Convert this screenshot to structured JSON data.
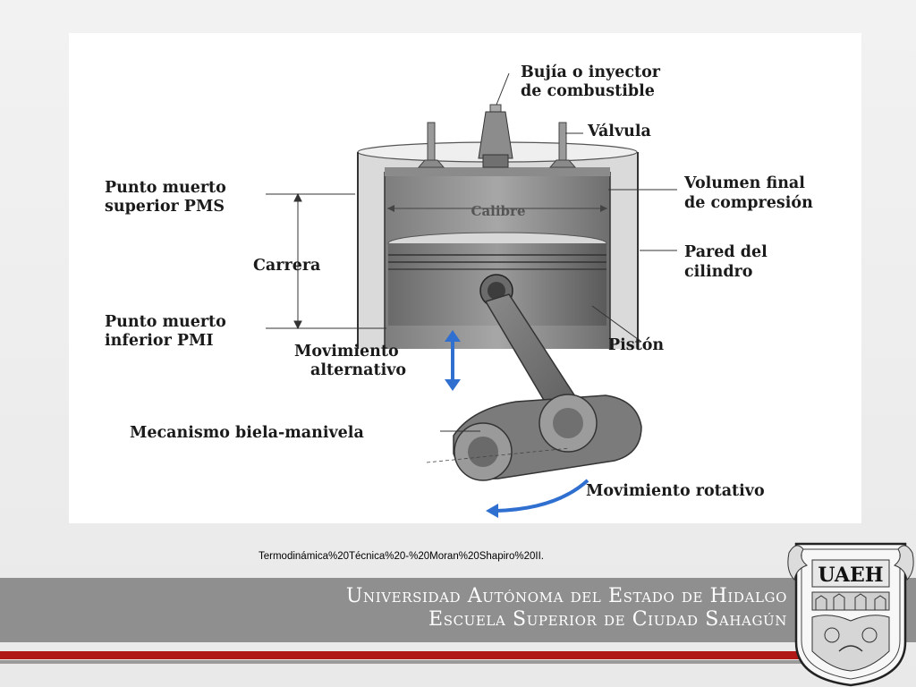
{
  "diagram": {
    "labels": {
      "bujia": [
        "Bujía o inyector",
        "de combustible"
      ],
      "valvula": "Válvula",
      "volumen": [
        "Volumen final",
        "de compresión"
      ],
      "pared": [
        "Pared del",
        "cilindro"
      ],
      "piston": "Pistón",
      "pms": [
        "Punto muerto",
        "superior PMS"
      ],
      "carrera": "Carrera",
      "pmi": [
        "Punto muerto",
        "inferior PMI"
      ],
      "movimiento_alternativo": [
        "Movimiento",
        "alternativo"
      ],
      "mecanismo": "Mecanismo biela-manivela",
      "movimiento_rotativo": "Movimiento rotativo",
      "calibre": "Calibre"
    },
    "arrow_color": "#2f6fd0"
  },
  "citation": "Termodinámica%20Técnica%20-%20Moran%20Shapiro%20II.",
  "footer": {
    "line1": "Universidad Autónoma del Estado de Hidalgo",
    "line2": "Escuela Superior de Ciudad Sahagún",
    "band_color": "#8f8f8f",
    "stripe_color": "#b01818"
  },
  "logo": {
    "icon": "uaeh-shield-icon",
    "text": "UAEH"
  }
}
